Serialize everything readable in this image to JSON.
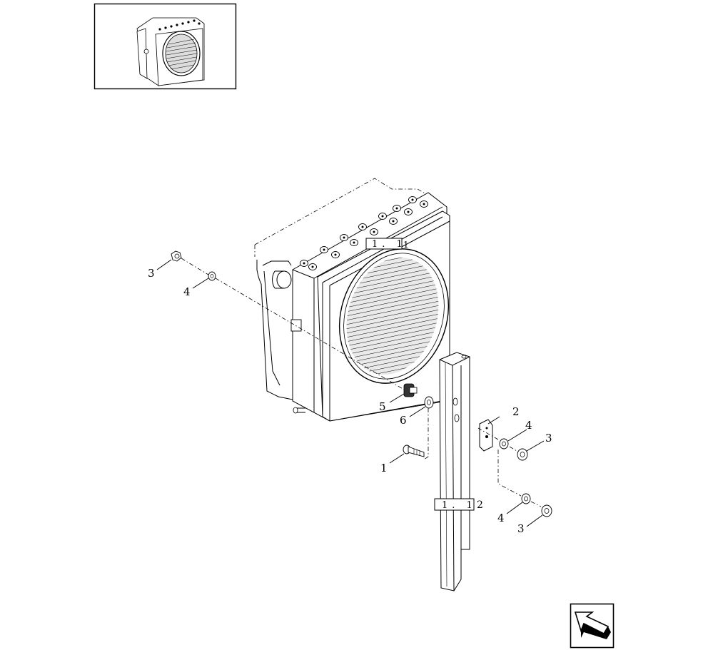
{
  "thumbnail": {
    "icon": "radiator-assembly-thumbnail"
  },
  "reference_boxes": [
    {
      "label": "1. 1",
      "suffix": "1"
    },
    {
      "label": "1. 1",
      "suffix": "2"
    }
  ],
  "callouts": [
    {
      "number": "3"
    },
    {
      "number": "4"
    },
    {
      "number": "5"
    },
    {
      "number": "6"
    },
    {
      "number": "1"
    },
    {
      "number": "2"
    },
    {
      "number": "4"
    },
    {
      "number": "3"
    },
    {
      "number": "4"
    },
    {
      "number": "3"
    }
  ],
  "navigation": {
    "icon": "return-arrow-icon"
  }
}
